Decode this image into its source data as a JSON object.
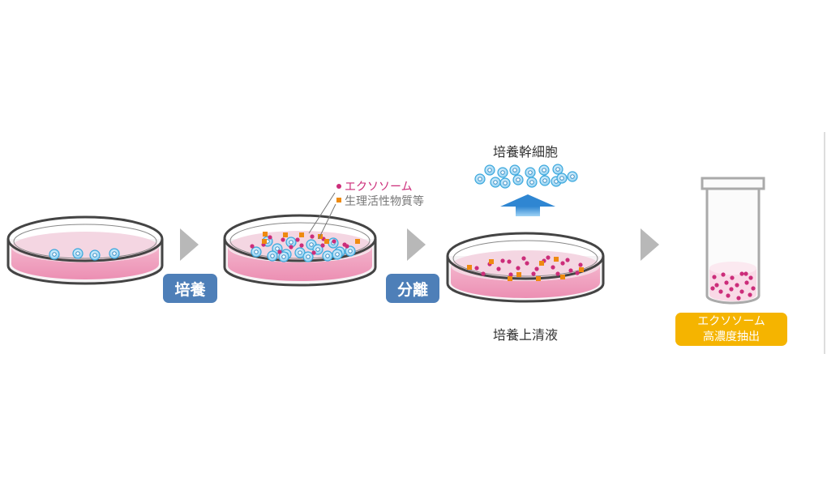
{
  "labels": {
    "culture": "培養",
    "separation": "分離",
    "stem_cells": "培養幹細胞",
    "supernatant": "培養上清液",
    "legend_exosome": "エクソソーム",
    "legend_bioactive": "生理活性物質等",
    "result_line1": "エクソソーム",
    "result_line2": "高濃度抽出"
  },
  "colors": {
    "badge_blue": "#4e7fb8",
    "badge_orange": "#f5b400",
    "exosome_magenta": "#cc2d7a",
    "bioactive_orange": "#ee8a10",
    "cell_blue": "#3aa7dc",
    "medium_pink": "#ef9fbd",
    "arrow_gray": "#b8b8b8",
    "up_arrow_blue": "#2f86d2"
  },
  "icons": {
    "step_arrow": "chevron-right-icon",
    "lift_arrow": "arrow-up-icon"
  }
}
